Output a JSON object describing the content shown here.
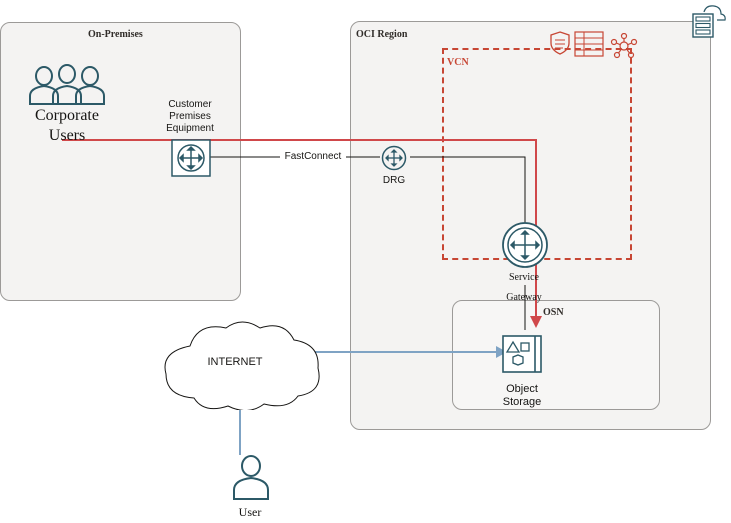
{
  "regions": {
    "on_premises": {
      "title": "On-Premises"
    },
    "oci_region": {
      "title": "OCI Region"
    },
    "vcn": {
      "title": "VCN"
    },
    "osn": {
      "title": "OSN"
    }
  },
  "nodes": {
    "corporate_users": {
      "line1": "Corporate",
      "line2": "Users"
    },
    "cpe": {
      "line1": "Customer",
      "line2": "Premises",
      "line3": "Equipment"
    },
    "fastconnect": {
      "label": "FastConnect"
    },
    "drg": {
      "label": "DRG"
    },
    "service_gateway": {
      "line1": "Service",
      "line2": "Gateway"
    },
    "internet": {
      "label": "INTERNET"
    },
    "object_storage": {
      "line1": "Object",
      "line2": "Storage"
    },
    "user": {
      "label": "User"
    }
  },
  "colors": {
    "panel_fill": "#f4f3f2",
    "panel_border": "#9c9a98",
    "vcn_border": "#c74634",
    "red_path": "#d0484a",
    "blue_path": "#7fa3c4",
    "icon_teal": "#2c5967"
  },
  "icons": {
    "corporate_users": "users-group-icon",
    "cpe": "router-icon",
    "drg": "drg-router-icon",
    "service_gateway": "service-gateway-icon",
    "object_storage": "object-storage-icon",
    "user": "user-icon",
    "security_list": "security-list-icon",
    "route_table": "route-table-icon",
    "network": "network-hub-icon",
    "region_badge": "server-cloud-icon"
  }
}
